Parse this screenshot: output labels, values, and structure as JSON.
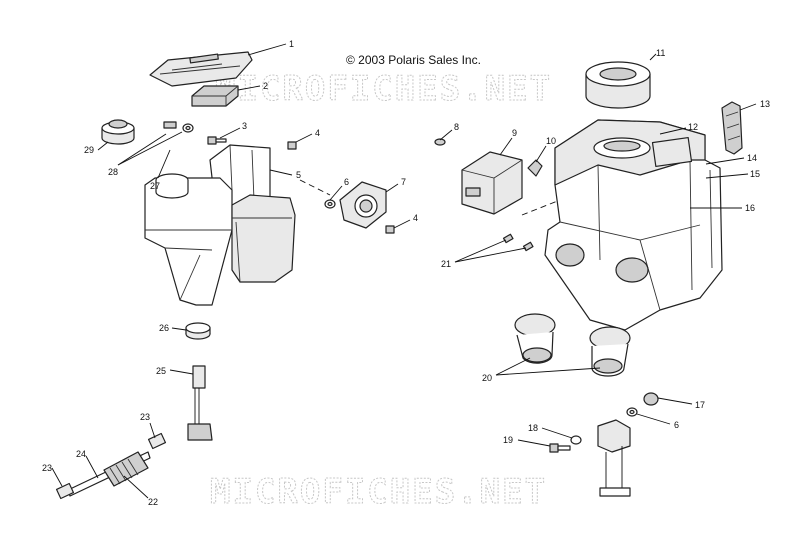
{
  "copyright": "© 2003 Polaris Sales Inc.",
  "watermark": "MICROFICHES.NET",
  "callouts": [
    "1",
    "2",
    "3",
    "4",
    "4",
    "5",
    "6",
    "6",
    "7",
    "8",
    "9",
    "10",
    "11",
    "12",
    "13",
    "14",
    "15",
    "16",
    "17",
    "18",
    "19",
    "20",
    "21",
    "22",
    "23",
    "23",
    "24",
    "25",
    "26",
    "27",
    "28",
    "29"
  ]
}
